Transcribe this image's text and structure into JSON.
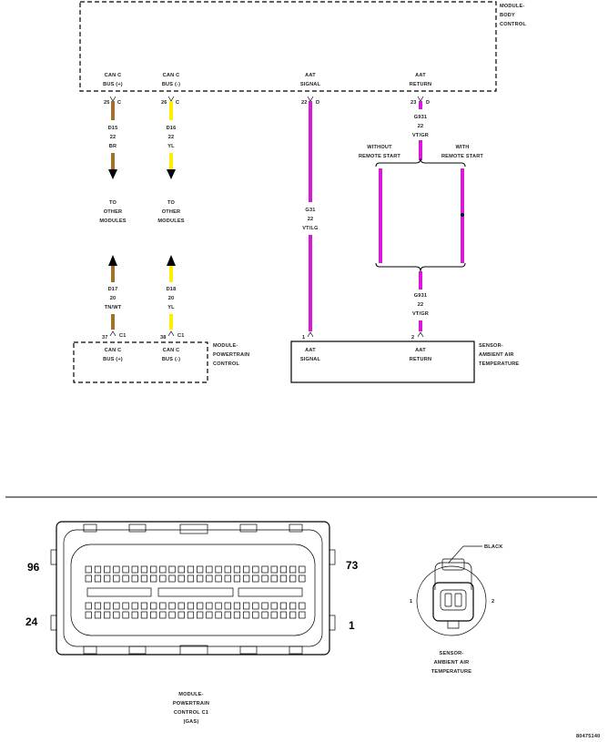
{
  "colors": {
    "wire_magenta": "#d61ad6",
    "wire_brown": "#a0712f",
    "wire_yellow": "#ffee00",
    "line": "#000000"
  },
  "modules": {
    "body_control": [
      "MODULE-",
      "BODY",
      "CONTROL"
    ],
    "powertrain_control": [
      "MODULE-",
      "POWERTRAIN",
      "CONTROL"
    ],
    "sensor_ambient": [
      "SENSOR-",
      "AMBIENT AIR",
      "TEMPERATURE"
    ]
  },
  "bcm_pins": [
    {
      "label1": "CAN C",
      "label2": "BUS (+)",
      "pin": "25",
      "conn": "C"
    },
    {
      "label1": "CAN C",
      "label2": "BUS (-)",
      "pin": "26",
      "conn": "C"
    },
    {
      "label1": "AAT",
      "label2": "SIGNAL",
      "pin": "22",
      "conn": "D"
    },
    {
      "label1": "AAT",
      "label2": "RETURN",
      "pin": "23",
      "conn": "D"
    }
  ],
  "wires": {
    "d15": [
      "D15",
      "22",
      "BR"
    ],
    "d16": [
      "D16",
      "22",
      "YL"
    ],
    "d17": [
      "D17",
      "20",
      "TN/WT"
    ],
    "d18": [
      "D18",
      "20",
      "YL"
    ],
    "g31": [
      "G31",
      "22",
      "VT/LG"
    ],
    "g931_top": [
      "G931",
      "22",
      "VT/GR"
    ],
    "g931_bottom": [
      "G931",
      "22",
      "VT/GR"
    ]
  },
  "to_other_modules": [
    "TO",
    "OTHER",
    "MODULES"
  ],
  "remote_start": {
    "without": [
      "WITHOUT",
      "REMOTE START"
    ],
    "with": [
      "WITH",
      "REMOTE START"
    ]
  },
  "pcm_pins": [
    {
      "label1": "CAN C",
      "label2": "BUS (+)",
      "pin": "37",
      "conn": "C1"
    },
    {
      "label1": "CAN C",
      "label2": "BUS (-)",
      "pin": "38",
      "conn": "C1"
    }
  ],
  "sensor_pins": [
    {
      "label1": "AAT",
      "label2": "SIGNAL",
      "pin": "1"
    },
    {
      "label1": "AAT",
      "label2": "RETURN",
      "pin": "2"
    }
  ],
  "pcm_connector": {
    "pin_left_top": "96",
    "pin_left_bottom": "24",
    "pin_right_top": "73",
    "pin_right_bottom": "1",
    "caption": [
      "MODULE-",
      "POWERTRAIN",
      "CONTROL C1",
      "(GAS)"
    ]
  },
  "sensor_connector": {
    "color_label": "BLACK",
    "pin1": "1",
    "pin2": "2",
    "caption": [
      "SENSOR-",
      "AMBIENT AIR",
      "TEMPERATURE"
    ]
  },
  "figure_id": "80475140"
}
